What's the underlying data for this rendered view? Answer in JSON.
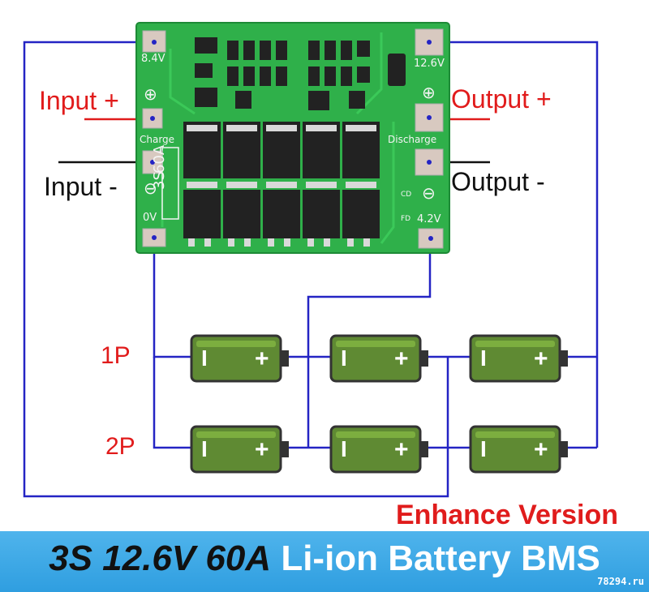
{
  "colors": {
    "wire": "#2020c8",
    "board": "#2fb54a",
    "battery": "#6a8f3a",
    "banner": "#3aa8e8",
    "red": "#e01c1c"
  },
  "board": {
    "top_left_pad": "8.4V",
    "top_right_pad": "12.6V",
    "left_mid_label": "Charge",
    "right_mid_label": "Discharge",
    "bottom_left_pad": "0V",
    "bottom_right_pad": "4.2V",
    "model_text_a": "3S",
    "model_text_b": "60A",
    "plus_symbol": "⊕",
    "minus_symbol": "⊖",
    "small_labels": [
      "CD",
      "FD"
    ]
  },
  "labels": {
    "input_plus": "Input +",
    "input_minus": "Input -",
    "output_plus": "Output +",
    "output_minus": "Output -",
    "row1": "1P",
    "row2": "2P"
  },
  "battery": {
    "minus_mark": "I",
    "plus_mark": "+"
  },
  "footer": {
    "enhance": "Enhance Version",
    "title_part1": "3S 12.6V 60A",
    "title_part2": "Li-ion Battery BMS",
    "watermark": "78294.ru"
  }
}
